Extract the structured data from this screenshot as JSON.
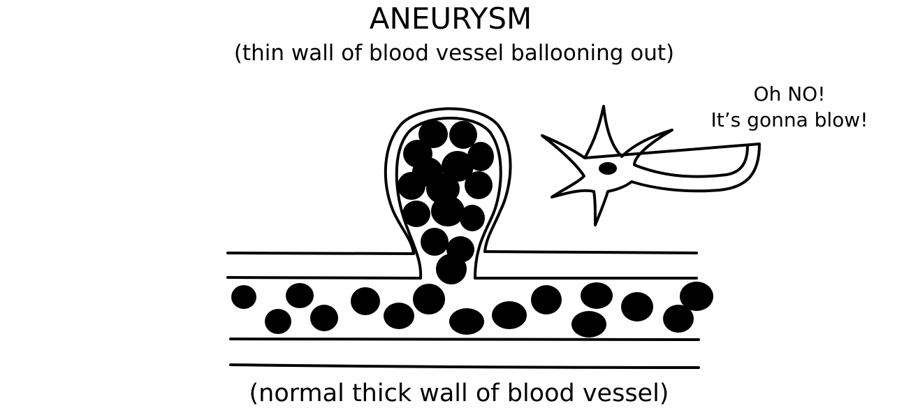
{
  "title": "ANEURYSM",
  "subtitle": "(thin wall of blood vessel ballooning out)",
  "speech": {
    "line1": "Oh NO!",
    "line2": "It’s gonna blow!"
  },
  "caption": "(normal thick wall of blood vessel)",
  "colors": {
    "ink": "#000000",
    "background": "#ffffff"
  }
}
